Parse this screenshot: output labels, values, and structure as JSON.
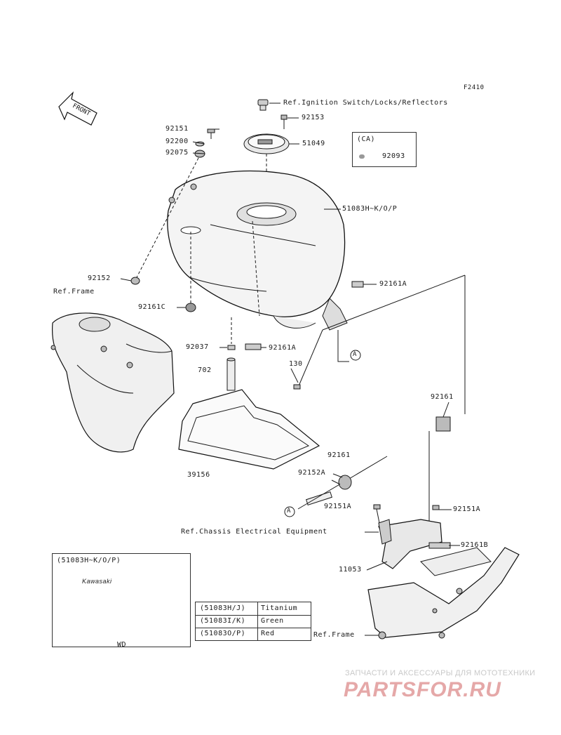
{
  "diagram_code": "F2410",
  "front_arrow": "FRONT",
  "refs": {
    "ignition": "Ref.Ignition Switch/Locks/Reflectors",
    "frame_left": "Ref.Frame",
    "chassis": "Ref.Chassis Electrical Equipment",
    "frame_bottom": "Ref.Frame"
  },
  "parts": {
    "p92151": "92151",
    "p92200": "92200",
    "p92075": "92075",
    "p92153": "92153",
    "p51049": "51049",
    "p51083": "51083H~K/O/P",
    "p92152": "92152",
    "p92161C": "92161C",
    "p92161A_right": "92161A",
    "p92037": "92037",
    "p92161A_mid": "92161A",
    "p702": "702",
    "p130": "130",
    "p39156": "39156",
    "p92161_right": "92161",
    "p92161_mid": "92161",
    "p92152A": "92152A",
    "p92151A_mid": "92151A",
    "p92151A_right": "92151A",
    "p92161B": "92161B",
    "p11053": "11053"
  },
  "circle_marker": "A",
  "ca_box": {
    "title": "(CA)",
    "part": "92093"
  },
  "inset": {
    "title": "(51083H~K/O/P)",
    "tank_logo": "Kawasaki",
    "rows": [
      {
        "code": "(51083H/J)",
        "color": "Titanium"
      },
      {
        "code": "(51083I/K)",
        "color": "Green"
      },
      {
        "code": "(51083O/P)",
        "color": "Red"
      }
    ],
    "wd": "WD"
  },
  "watermark": {
    "line1": "ЗАПЧАСТИ И АКСЕССУАРЫ ДЛЯ МОТОТЕХНИКИ",
    "line2": "PARTSFOR.RU"
  },
  "colors": {
    "ink": "#1a1a1a",
    "watermark_red": "#e5a8a8",
    "watermark_gray": "#c9c9c9"
  }
}
